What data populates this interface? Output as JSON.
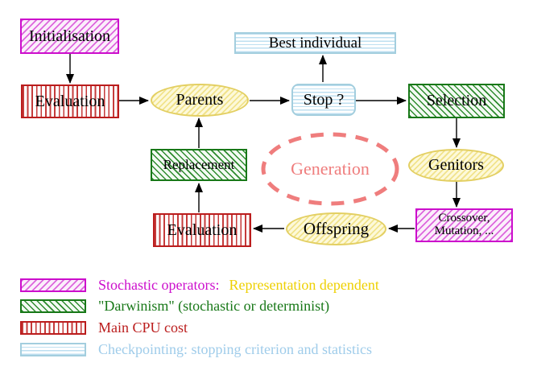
{
  "diagram": {
    "nodes": {
      "initialisation": {
        "label": "Initialisation",
        "style": "magenta-hatched-box"
      },
      "evaluation_top": {
        "label": "Evaluation",
        "style": "red-striped-box"
      },
      "parents": {
        "label": "Parents",
        "style": "yellow-hatched-ellipse"
      },
      "stop": {
        "label": "Stop ?",
        "style": "cyan-striped-rounded-box"
      },
      "best_individual": {
        "label": "Best individual",
        "style": "cyan-striped-box"
      },
      "selection": {
        "label": "Selection",
        "style": "green-hatched-box"
      },
      "genitors": {
        "label": "Genitors",
        "style": "yellow-hatched-ellipse"
      },
      "crossover_mutation": {
        "line1": "Crossover,",
        "line2": "Mutation, ...",
        "style": "magenta-hatched-box"
      },
      "offspring": {
        "label": "Offspring",
        "style": "yellow-hatched-ellipse"
      },
      "evaluation_bottom": {
        "label": "Evaluation",
        "style": "red-striped-box"
      },
      "replacement": {
        "label": "Replacement",
        "style": "green-hatched-box"
      },
      "generation": {
        "label": "Generation",
        "style": "salmon-dashed-ellipse"
      }
    },
    "flow": [
      "Initialisation -> Evaluation",
      "Evaluation -> Parents",
      "Parents -> Stop ?",
      "Stop ? -> Best individual",
      "Stop ? -> Selection",
      "Selection -> Genitors",
      "Genitors -> Crossover, Mutation, ...",
      "Crossover, Mutation, ... -> Offspring",
      "Offspring -> Evaluation",
      "Evaluation -> Replacement",
      "Replacement -> Parents"
    ]
  },
  "legend": {
    "items": [
      {
        "swatch": "magenta-hatch",
        "text": "Stochastic operators:",
        "text2": "Representation dependent"
      },
      {
        "swatch": "green-hatch",
        "text": "\"Darwinism\" (stochastic or determinist)",
        "text2": ""
      },
      {
        "swatch": "red-stripes",
        "text": "Main CPU cost",
        "text2": ""
      },
      {
        "swatch": "cyan-stripes",
        "text": "Checkpointing: stopping criterion and statistics",
        "text2": ""
      }
    ]
  },
  "colors": {
    "magenta": "#cc0ecc",
    "magenta_hatch": "#dd66dd",
    "magenta_bg": "#fbeefb",
    "green": "#187818",
    "green_hatch": "#2e8b2e",
    "green_bg": "#f3faf3",
    "red": "#bb1d1d",
    "red_stripe": "#c53b3b",
    "cyan": "#a3cede",
    "cyan_stripe": "#bedff0",
    "cyan_text": "#9fccea",
    "yellow_border": "#e3cf62",
    "yellow_hatch": "#f1e38c",
    "yellow_bg": "#fdf9da",
    "gold_text": "#eed002",
    "salmon": "#ef7d7d",
    "arrow": "#000000"
  }
}
